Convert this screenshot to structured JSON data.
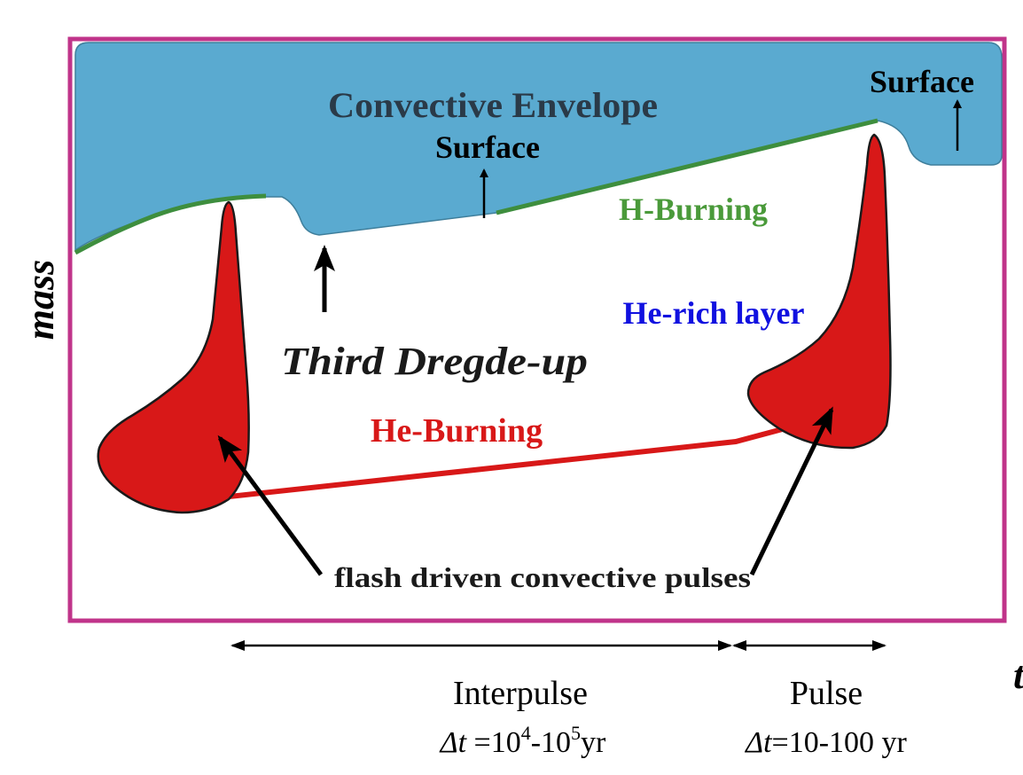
{
  "diagram": {
    "y_axis_label": "mass",
    "x_axis_label": "t",
    "labels": {
      "convective_envelope": "Convective Envelope",
      "surface_left": "Surface",
      "surface_right": "Surface",
      "h_burning": "H-Burning",
      "he_rich_layer": "He-rich layer",
      "third_dredge_up": "Third Dregde-up",
      "he_burning": "He-Burning",
      "flash_pulses": "flash driven convective pulses"
    },
    "phases": {
      "interpulse": {
        "name": "Interpulse",
        "dt_symbol": "Δt",
        "dt_eq": " =10",
        "exp1": "4",
        "dash": "-10",
        "exp2": "5",
        "unit": "yr"
      },
      "pulse": {
        "name": "Pulse",
        "dt_symbol": "Δt",
        "dt_value": "=10-100 yr"
      }
    },
    "colors": {
      "frame": "#c0348a",
      "envelope": "#5aaad0",
      "h_burning": "#3e8e3e",
      "he_burning": "#d81818",
      "pulse_fill": "#d81818",
      "he_rich_text": "#1010e0",
      "h_burning_text": "#4a9a3a",
      "he_burning_text": "#d81818"
    }
  }
}
